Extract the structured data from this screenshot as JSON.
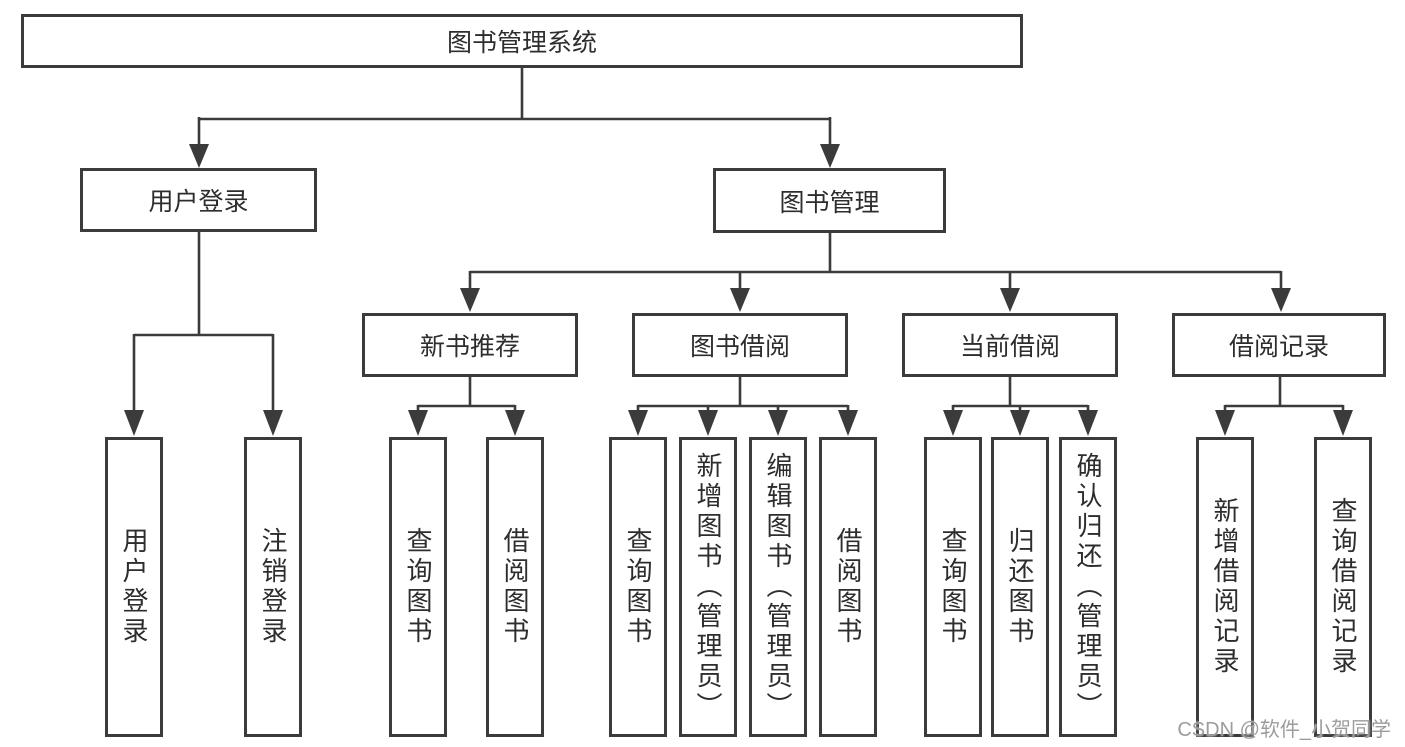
{
  "page": {
    "background": "#ffffff"
  },
  "colors": {
    "line": "#3b3b3b",
    "box_border": "#3b3b3b",
    "text": "#2d2d2d",
    "watermark": "#9c9c9c"
  },
  "tree": {
    "root": {
      "label": "图书管理系统"
    },
    "branches": [
      {
        "label": "用户登录",
        "children": [
          {
            "label": "用户登录"
          },
          {
            "label": "注销登录"
          }
        ]
      },
      {
        "label": "图书管理",
        "sections": [
          {
            "label": "新书推荐",
            "children": [
              {
                "label": "查询图书"
              },
              {
                "label": "借阅图书"
              }
            ]
          },
          {
            "label": "图书借阅",
            "children": [
              {
                "label": "查询图书"
              },
              {
                "label": "新增图书（管理员）"
              },
              {
                "label": "编辑图书（管理员）"
              },
              {
                "label": "借阅图书"
              }
            ]
          },
          {
            "label": "当前借阅",
            "children": [
              {
                "label": "查询图书"
              },
              {
                "label": "归还图书"
              },
              {
                "label": "确认归还（管理员）"
              }
            ]
          },
          {
            "label": "借阅记录",
            "children": [
              {
                "label": "新增借阅记录"
              },
              {
                "label": "查询借阅记录"
              }
            ]
          }
        ]
      }
    ]
  },
  "watermark": {
    "text": "CSDN @软件_小贺同学"
  }
}
